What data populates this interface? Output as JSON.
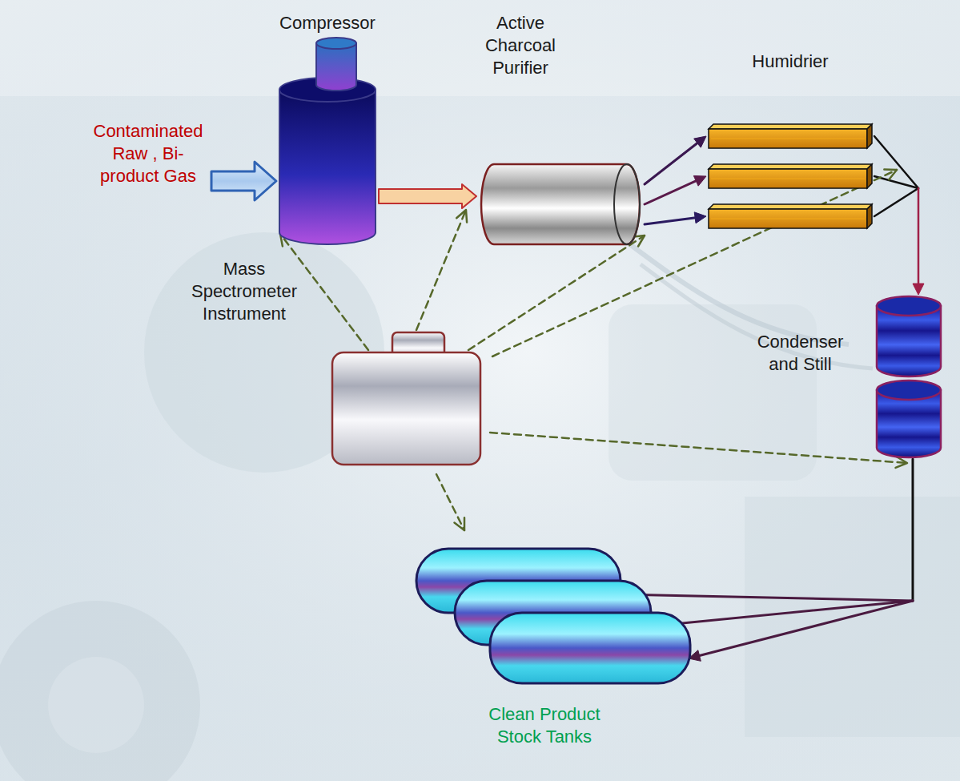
{
  "diagram": {
    "nodes": [
      {
        "text": [
          "Compressor"
        ]
      },
      {
        "text": [
          "Active Charcoal Purifier"
        ]
      },
      {
        "text": [
          "Humidrier"
        ]
      },
      {
        "text": [
          "Mass Spectrometer Instrument"
        ]
      },
      {
        "text": [
          "Condenser and Still"
        ]
      },
      {
        "text": [
          "Clean Product Stock Tanks"
        ]
      }
    ],
    "edges": [
      {
        "from": 0,
        "to": 1,
        "arrow": "to"
      },
      {
        "from": 1,
        "to": 2,
        "arrow": "to"
      },
      {
        "from": 2,
        "to": 4,
        "arrow": "to"
      },
      {
        "from": 4,
        "to": 5,
        "arrow": "to"
      },
      {
        "from": 3,
        "to": 0,
        "arrow": "to"
      },
      {
        "from": 3,
        "to": 1,
        "arrow": "to"
      },
      {
        "from": 3,
        "to": 1,
        "arrow": "to"
      },
      {
        "from": 3,
        "to": 2,
        "arrow": "to"
      },
      {
        "from": 3,
        "to": 4,
        "arrow": "to"
      },
      {
        "from": 3,
        "to": 5,
        "arrow": "to"
      }
    ],
    "labels": [
      "Contaminated Raw , Bi-product Gas"
    ]
  }
}
